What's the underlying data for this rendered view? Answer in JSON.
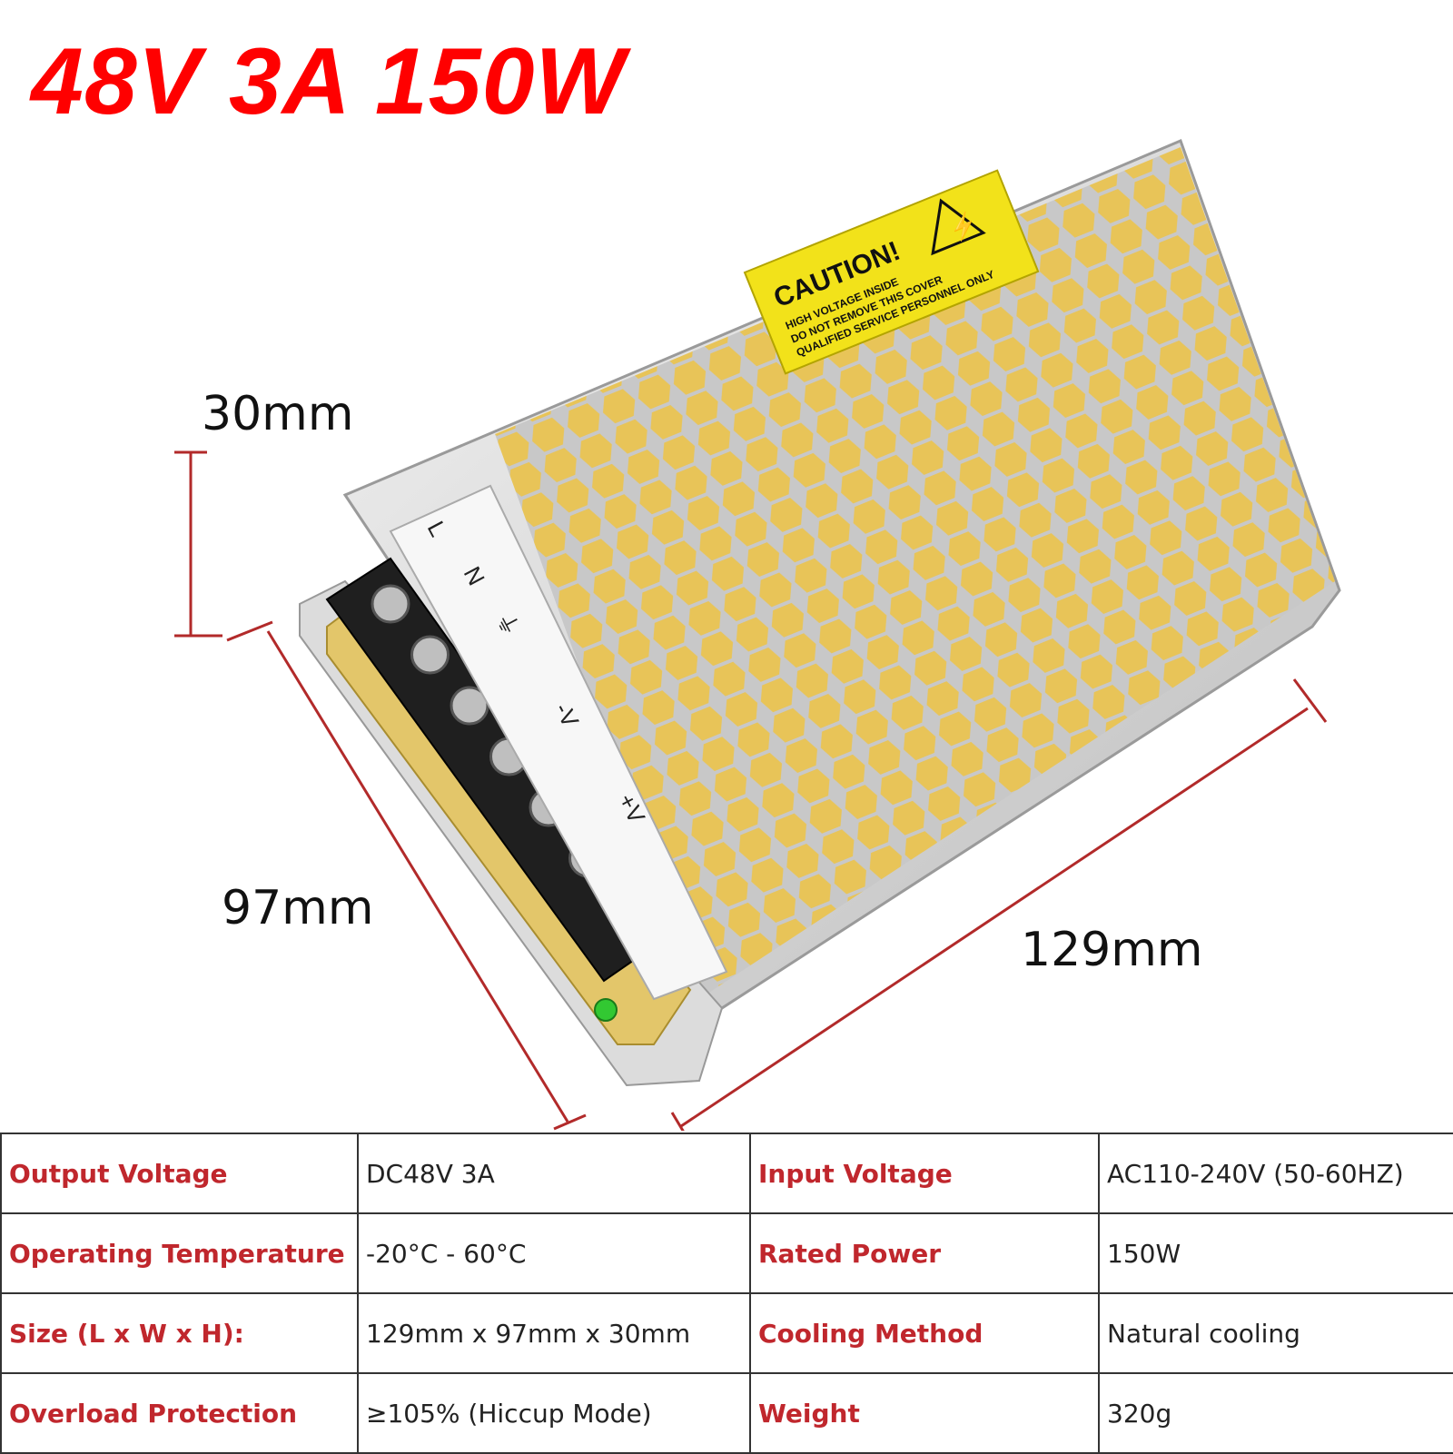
{
  "headline": "48V 3A 150W",
  "dimensions": {
    "height": "30mm",
    "width": "97mm",
    "length": "129mm"
  },
  "device": {
    "caution_title": "CAUTION!",
    "caution_lines": [
      "HIGH VOLTAGE INSIDE",
      "DO NOT REMOVE THIS COVER",
      "QUALIFIED SERVICE PERSONNEL ONLY"
    ],
    "terminals": [
      "L",
      "N",
      "⏚",
      "-V",
      "+V"
    ]
  },
  "specs": [
    {
      "label1": "Output Voltage",
      "value1": "DC48V 3A",
      "label2": "Input Voltage",
      "value2": "AC110-240V (50-60HZ)"
    },
    {
      "label1": "Operating Temperature",
      "value1": "-20°C - 60°C",
      "label2": "Rated Power",
      "value2": "150W"
    },
    {
      "label1": "Size (L x W x H):",
      "value1": "129mm x 97mm x 30mm",
      "label2": "Cooling Method",
      "value2": "Natural cooling"
    },
    {
      "label1": "Overload Protection",
      "value1": "≥105% (Hiccup Mode)",
      "label2": "Weight",
      "value2": "320g"
    }
  ],
  "colors": {
    "headline": "#ff0000",
    "label": "#c0272d",
    "dimension_line": "#b22a2a",
    "caution_label": "#f2e21a"
  }
}
